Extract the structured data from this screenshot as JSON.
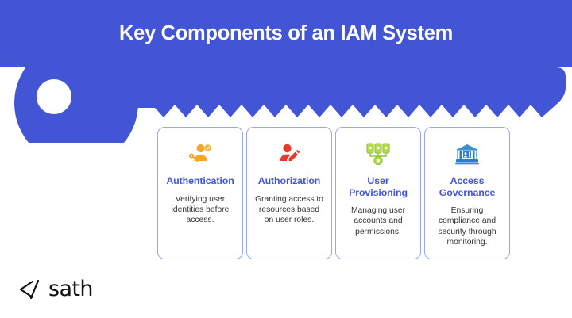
{
  "header": {
    "title": "Key Components of an IAM System",
    "background_color": "#4255d4",
    "title_color": "#ffffff"
  },
  "graphic": {
    "name": "key-shape",
    "color": "#4255d4",
    "description": "Large horizontal key with circular head on the left, toothed shaft to the right"
  },
  "cards": [
    {
      "icon": "users-key-check-icon",
      "icon_color": "#f5a623",
      "title": "Authentication",
      "description": "Verifying user identities before access."
    },
    {
      "icon": "user-edit-icon",
      "icon_color": "#e8392f",
      "title": "Authorization",
      "description": "Granting access to resources based on user roles."
    },
    {
      "icon": "org-network-icon",
      "icon_color": "#8dc63f",
      "title": "User Provisioning",
      "description": "Managing user accounts and permissions."
    },
    {
      "icon": "bank-institution-icon",
      "icon_color": "#2c7fc4",
      "title": "Access Governance",
      "description": "Ensuring compliance and security through monitoring."
    }
  ],
  "card_title_color": "#4355d8",
  "card_border_color": "#9aa6ef",
  "logo": {
    "mark": "code-slash-mark",
    "text": "sath"
  }
}
